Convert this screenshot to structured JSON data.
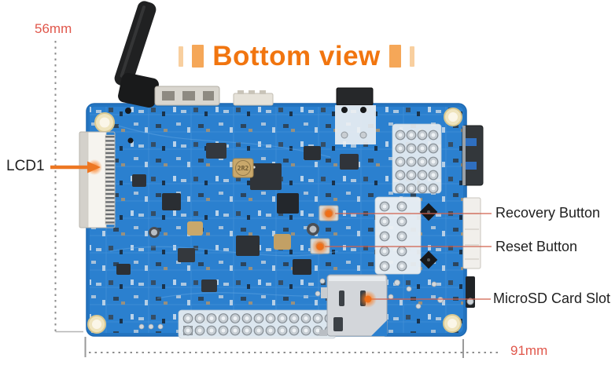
{
  "title": {
    "text": "Bottom view"
  },
  "dimension_labels": {
    "height": "56mm",
    "width": "91mm"
  },
  "callouts": {
    "lcd": {
      "label": "LCD1"
    },
    "recovery": {
      "label": "Recovery Button"
    },
    "reset": {
      "label": "Reset Button"
    },
    "microsd": {
      "label": "MicroSD Card Slot"
    }
  },
  "board": {
    "inductor_label": "2R2"
  },
  "colors": {
    "title_orange": "#f1750f",
    "bar_light": "#f8cf9f",
    "bar_medium": "#f5a758",
    "dimension_red": "#e0574b",
    "callout_line": "#d0604c",
    "highlight_orange": "#ff7714",
    "pcb_blue": "#2b80cf"
  }
}
